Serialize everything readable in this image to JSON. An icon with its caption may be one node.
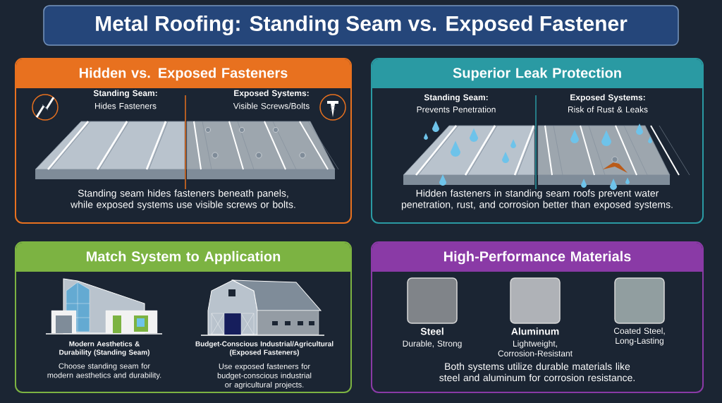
{
  "diagram": {
    "title": "Metal Roofing: Standing Seam vs. Exposed Fastener",
    "nodes": [
      {
        "text": [
          "Hidden vs. Exposed Fasteners",
          "Standing seam hides fasteners beneath panels, while exposed systems use visible screws or bolts."
        ]
      },
      {
        "text": [
          "Superior Leak Protection",
          "Hidden fasteners in standing seam roofs prevent water penetration, rust, and corrosion better than exposed systems."
        ]
      },
      {
        "text": [
          "Match System to Application"
        ]
      },
      {
        "text": [
          "High-Performance Materials",
          "Both systems utilize durable materials like steel and aluminum for corrosion resistance."
        ]
      },
      {
        "text": [],
        "shape": "box",
        "in": 3,
        "beside": [
          "Steel",
          "Durable, Strong"
        ]
      },
      {
        "text": [],
        "shape": "box",
        "in": 3,
        "beside": [
          "Aluminum",
          "Lightweight, Corrosion-Resistant"
        ]
      },
      {
        "text": [],
        "shape": "box",
        "in": 3,
        "beside": [
          "Coated Steel, Long-Lasting"
        ]
      }
    ],
    "labels": [
      "Standing Seam:",
      "Hides Fasteners",
      "Exposed Systems:",
      "Visible Screws/Bolts",
      "Standing Seam:",
      "Prevents Penetration",
      "Exposed Systems:",
      "Risk of Rust & Leaks",
      "Modern Aesthetics & Durability (Standing Seam)",
      "Choose standing seam for modern aesthetics and durability.",
      "Budget-Conscious Industrial/Agricultural (Exposed Fasteners)",
      "Use exposed fasteners for budget-conscious industrial or agricultural projects."
    ]
  }
}
